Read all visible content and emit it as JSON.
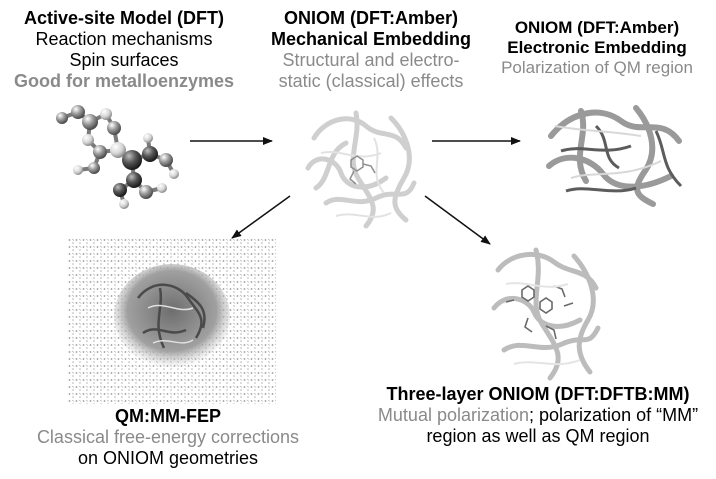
{
  "colors": {
    "text": "#000000",
    "muted": "#8a8a8a",
    "arrow": "#111111"
  },
  "active_site": {
    "title": "Active-site Model (DFT)",
    "line1": "Reaction mechanisms",
    "line2": "Spin surfaces",
    "line3": "Good for metalloenzymes"
  },
  "mechanical": {
    "title1": "ONIOM (DFT:Amber)",
    "title2": "Mechanical Embedding",
    "line1": "Structural and electro-",
    "line2": "static (classical) effects"
  },
  "electronic": {
    "title1": "ONIOM (DFT:Amber)",
    "title2": "Electronic Embedding",
    "line1": "Polarization of QM region"
  },
  "fep": {
    "title": "QM:MM-FEP",
    "line1": "Classical free-energy corrections",
    "line2": "on ONIOM geometries"
  },
  "three_layer": {
    "title": "Three-layer ONIOM (DFT:DFTB:MM)",
    "line1_grey": "Mutual polarization",
    "line1_rest": "; polarization of “MM”",
    "line2": "region as well as QM region"
  },
  "images": [
    {
      "name": "molecule-ball-stick-image",
      "depicts": "active-site cluster ball-and-stick model"
    },
    {
      "name": "protein-ribbon-light-image",
      "depicts": "protein ribbon model (mechanical embedding)"
    },
    {
      "name": "protein-ribbon-dark-image",
      "depicts": "protein ribbon model (electronic embedding)"
    },
    {
      "name": "solvated-protein-image",
      "depicts": "protein in water box"
    },
    {
      "name": "protein-ribbon-threelayer-image",
      "depicts": "protein ribbon model (three-layer)"
    }
  ]
}
